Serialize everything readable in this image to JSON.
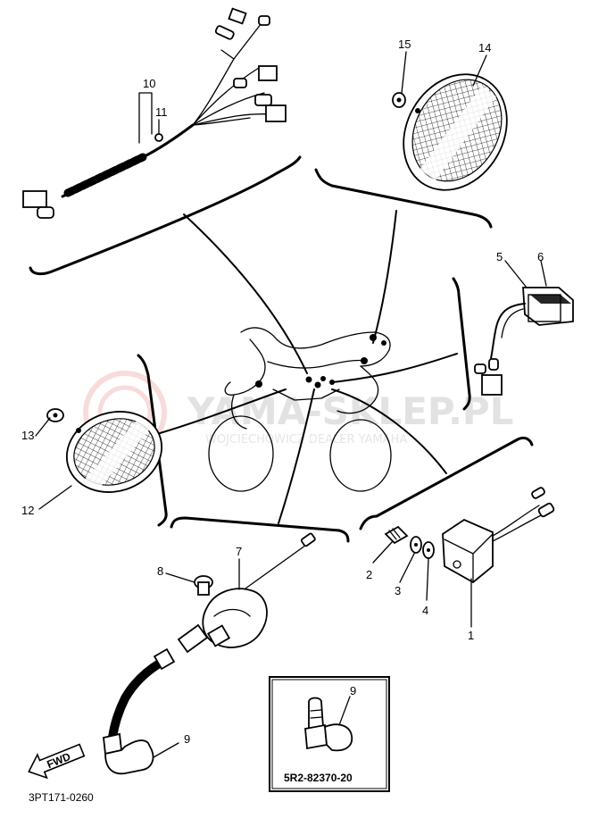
{
  "callouts": {
    "c1": "1",
    "c2": "2",
    "c3": "3",
    "c4": "4",
    "c5": "5",
    "c6": "6",
    "c7": "7",
    "c8": "8",
    "c9a": "9",
    "c9b": "9",
    "c10": "10",
    "c11": "11",
    "c12": "12",
    "c13": "13",
    "c14": "14",
    "c15": "15"
  },
  "inset": {
    "part_number": "5R2-82370-20"
  },
  "figure_code": "3PT171-0260",
  "fwd_label": "FWD",
  "watermark": {
    "brand": "YAMA-SKLEP.PL",
    "tagline": "WOJCIECHOWICZ DEALER YAMAHA",
    "color": "#e2e2e2"
  }
}
